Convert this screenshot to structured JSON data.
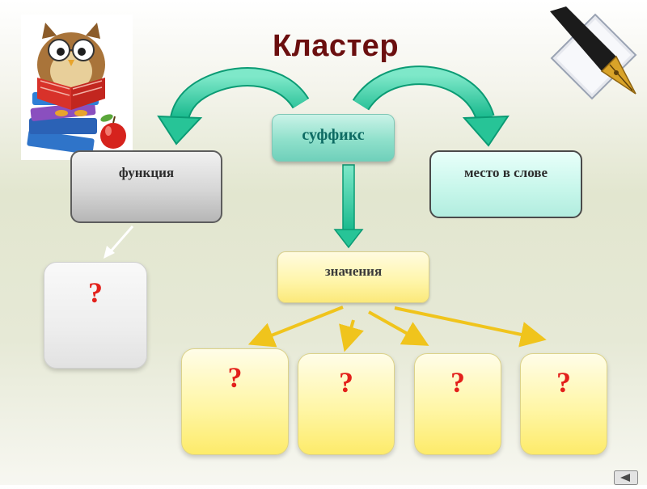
{
  "slide": {
    "title": "Кластер"
  },
  "cluster": {
    "center": "суффикс",
    "left": "функция",
    "right": "место в слове",
    "bottom": "значения",
    "left_child": "?",
    "bottom_children": [
      "?",
      "?",
      "?",
      "?"
    ]
  },
  "colors": {
    "title": "#6b0f0f",
    "center_text": "#0d6b63",
    "question_mark": "#e3201b",
    "arrow_teal": "#2fcaa0",
    "arrow_yellow": "#f0c41c"
  },
  "icons": {
    "owl": "owl-reading-books-icon",
    "pen": "fountain-pen-icon",
    "nav": "back-arrow-icon"
  }
}
